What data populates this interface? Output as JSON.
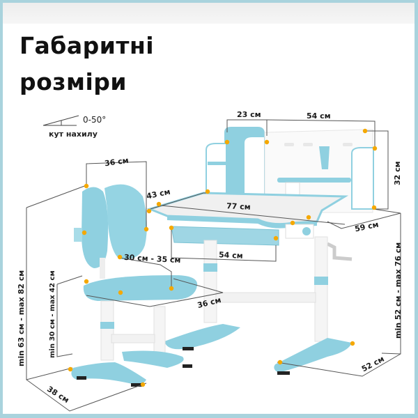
{
  "title": {
    "line1": "Габаритні",
    "line2": "розміри"
  },
  "tilt": {
    "range": "0-50°",
    "label": "кут нахилу"
  },
  "dimensions": {
    "hutch_left_width": "23 см",
    "hutch_right_width": "54 см",
    "hutch_height": "32 см",
    "desk_width": "77 см",
    "desk_depth_left": "43 см",
    "desk_depth_right": "59 см",
    "drawer_width": "54 см",
    "desk_height": "min 52 см - max 76 см",
    "desk_base_depth": "52 см",
    "chair_back_width": "36 см",
    "chair_back_height": "30 см - 35 см",
    "seat_depth": "36 см",
    "chair_total_height": "min 63 см - max 82 см",
    "seat_height": "min 30 см - max 42 см",
    "chair_base_depth": "38 см"
  },
  "colors": {
    "frame": "#a9d3dd",
    "furniture_blue": "#8fd0e0",
    "marker": "#f5a800",
    "dim_line": "#555555"
  }
}
